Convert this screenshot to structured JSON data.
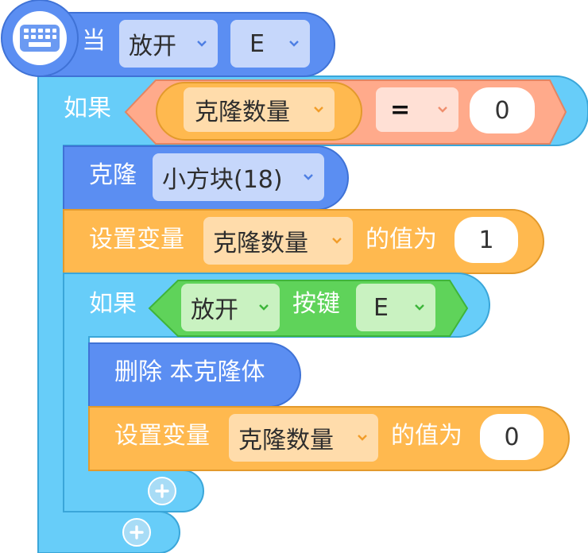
{
  "hat": {
    "label": "当",
    "event": "放开",
    "key": "E",
    "icon": "keyboard-icon"
  },
  "if_outer": {
    "label": "如果",
    "left": "克隆数量",
    "operator": "=",
    "right": "0"
  },
  "clone": {
    "label": "克隆",
    "target": "小方块(18)"
  },
  "set_var_1": {
    "label": "设置变量",
    "variable": "克隆数量",
    "suffix": "的值为",
    "value": "1"
  },
  "if_inner": {
    "label": "如果",
    "event": "放开",
    "key_label": "按键",
    "key": "E"
  },
  "delete_clone": {
    "label": "删除 本克隆体"
  },
  "set_var_2": {
    "label": "设置变量",
    "variable": "克隆数量",
    "suffix": "的值为",
    "value": "0"
  },
  "colors": {
    "event_blue": "#5b8ef2",
    "control_cyan": "#67cdf9",
    "variable_orange": "#ffb94f",
    "operator_salmon": "#ffaa8b",
    "sensing_green": "#5fd35a"
  }
}
